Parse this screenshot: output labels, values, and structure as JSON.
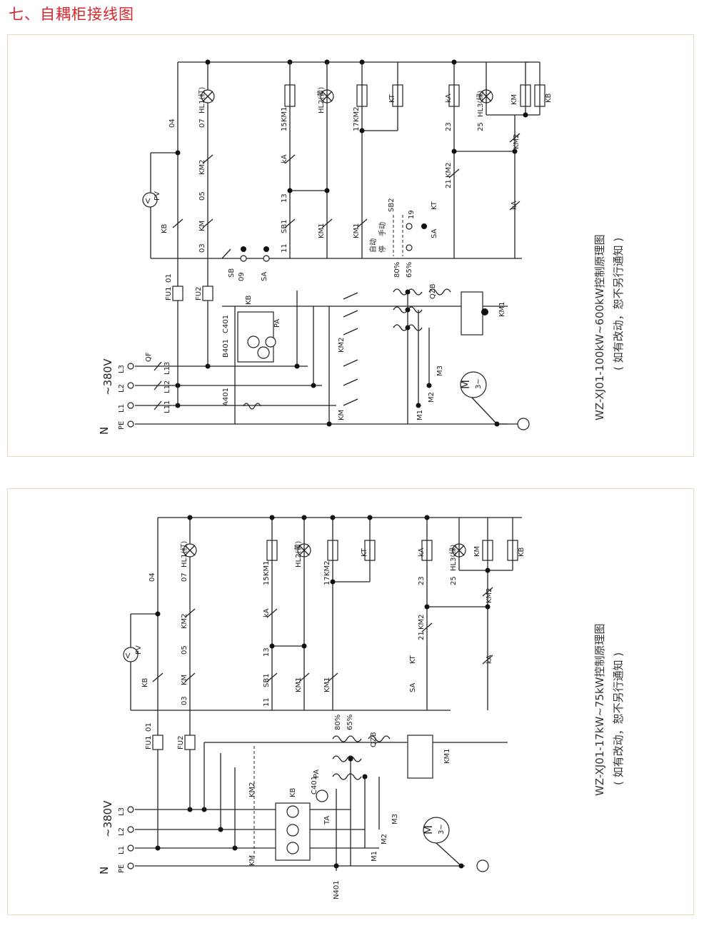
{
  "section_title": "七、自耦柜接线图",
  "diagram_top": {
    "title": "WZ-XJ01-100kW~600kW控制原理图",
    "note": "( 如有改动，恕不另行通知 )",
    "supply": {
      "n": "N",
      "voltage": "~380V",
      "pe": "PE",
      "l1": "L1",
      "l2": "L2",
      "l3": "L3"
    },
    "labels": {
      "qf": "QF",
      "l11": "L11",
      "l12": "L12",
      "l13": "L13",
      "a401": "A401",
      "b401": "B401",
      "c401": "C401",
      "kb": "KB",
      "pa": "PA",
      "fu1": "FU1",
      "fu2": "FU2",
      "n01": "01",
      "n03": "03",
      "n04": "04",
      "n05": "05",
      "n07": "07",
      "n09": "09",
      "n11": "11",
      "n13": "13",
      "n15": "15",
      "n17": "17",
      "n19": "19",
      "n21": "21",
      "n23": "23",
      "n25": "25",
      "pv": "PV",
      "v": "V",
      "km": "KM",
      "km1": "KM1",
      "km2": "KM2",
      "kt": "KT",
      "ka": "kA",
      "ka_upper": "KA",
      "hl1": "HL1(红)",
      "hl2": "HL2(黄)",
      "hl3": "HL3(绿)",
      "sb": "SB",
      "sb1": "SB1",
      "sb2": "SB2",
      "sa": "SA",
      "auto": "自动",
      "stop": "停",
      "manual": "手动",
      "tap80": "80%",
      "tap65": "65%",
      "qzb": "QZB",
      "m1": "M1",
      "m2": "M2",
      "m3": "M3",
      "motor": "M",
      "phase": "3~"
    }
  },
  "diagram_bottom": {
    "title": "WZ-XJ01-17kW~75kW控制原理图",
    "note": "( 如有改动，恕不另行通知 )",
    "supply": {
      "n": "N",
      "voltage": "~380V",
      "pe": "PE",
      "l1": "L1",
      "l2": "L2",
      "l3": "L3"
    },
    "labels": {
      "n401": "N401",
      "c401": "C401",
      "kb": "KB",
      "pa": "PA",
      "ta": "TA",
      "fu1": "FU1",
      "fu2": "FU2",
      "n01": "01",
      "n03": "03",
      "n04": "04",
      "n05": "05",
      "n07": "07",
      "n11": "11",
      "n13": "13",
      "n15": "15",
      "n17": "17",
      "n21": "21",
      "n23": "23",
      "n25": "25",
      "pv": "PV",
      "v": "V",
      "km": "KM",
      "km1": "KM1",
      "km2": "KM2",
      "kt": "KT",
      "ka": "kA",
      "hl1": "HL1(红)",
      "hl2": "HL2(黄)",
      "hl3": "HL3(绿)",
      "sb1": "SB1",
      "sa": "SA",
      "tap80": "80%",
      "tap65": "65%",
      "qzb": "QZB",
      "m1": "M1",
      "m2": "M2",
      "m3": "M3",
      "motor": "M",
      "phase": "3~"
    }
  },
  "colors": {
    "title": "#d8262b",
    "line": "#222222",
    "border": "#e9d8c2"
  }
}
